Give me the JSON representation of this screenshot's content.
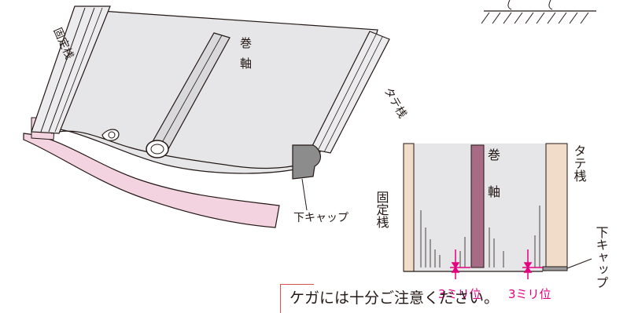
{
  "left_figure": {
    "fixed_frame_label": "固定桟",
    "roller_shaft_label": "巻軸",
    "vertical_frame_label": "タテ桟",
    "bottom_cap_label": "下キャップ"
  },
  "right_figure": {
    "fixed_frame_label": "固定桟",
    "roller_shaft_label": "巻軸",
    "vertical_frame_label": "タテ桟",
    "bottom_cap_label": "下キャップ",
    "gap_left_label": "3ミリ位",
    "gap_right_label": "3ミリ位"
  },
  "warning": {
    "text": "ケガには十分ご注意ください。"
  },
  "colors": {
    "accent": "#e4007f",
    "pink_fill": "#f2d3df",
    "shaft_fill": "#a76b85",
    "frame_fill": "#f0dcc8",
    "panel_gray": "#e6e6e8",
    "warning_border": "#d9534f"
  }
}
